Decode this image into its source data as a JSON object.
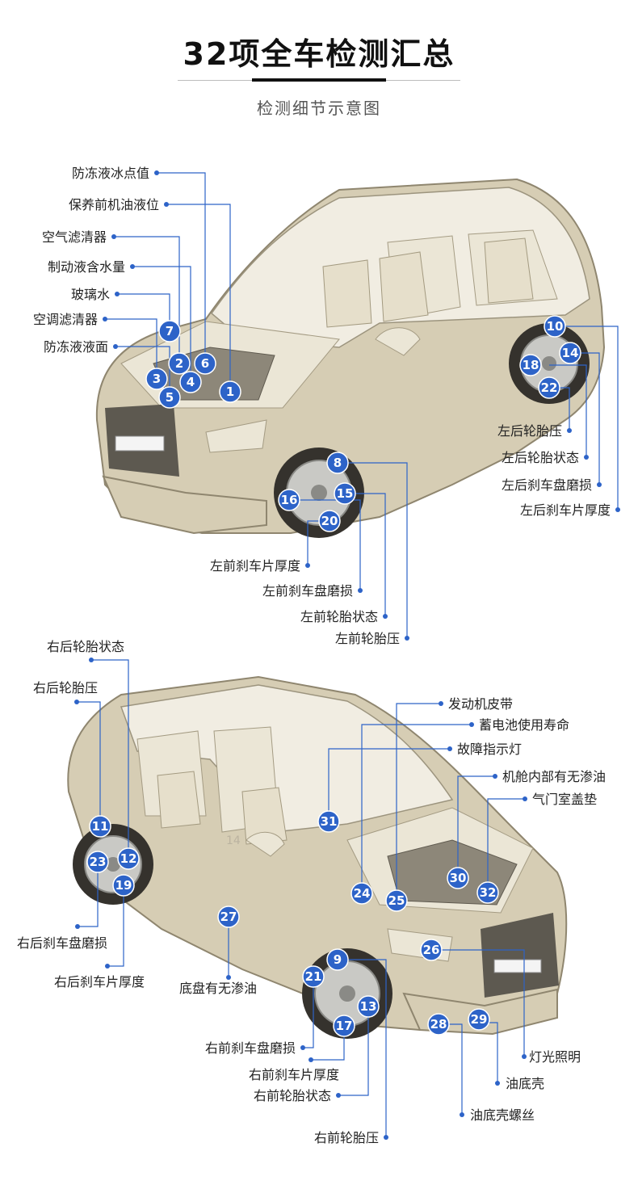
{
  "header": {
    "title": "32项全车检测汇总",
    "subtitle": "检测细节示意图"
  },
  "colors": {
    "accent": "#2d63c8",
    "car_body": "#d6cdb4",
    "text": "#222222"
  },
  "diagram_top": {
    "labels": [
      {
        "key": "antifreeze_freezing_point",
        "text": "防冻液冰点值"
      },
      {
        "key": "oil_level_before_service",
        "text": "保养前机油液位"
      },
      {
        "key": "air_filter",
        "text": "空气滤清器"
      },
      {
        "key": "brake_fluid_water",
        "text": "制动液含水量"
      },
      {
        "key": "washer_fluid",
        "text": "玻璃水"
      },
      {
        "key": "ac_filter",
        "text": "空调滤清器"
      },
      {
        "key": "antifreeze_level",
        "text": "防冻液液面"
      },
      {
        "key": "lr_tire_pressure",
        "text": "左后轮胎压"
      },
      {
        "key": "lr_tire_condition",
        "text": "左后轮胎状态"
      },
      {
        "key": "lr_rotor_wear",
        "text": "左后刹车盘磨损"
      },
      {
        "key": "lr_pad_thickness",
        "text": "左后刹车片厚度"
      },
      {
        "key": "lf_pad_thickness",
        "text": "左前刹车片厚度"
      },
      {
        "key": "lf_rotor_wear",
        "text": "左前刹车盘磨损"
      },
      {
        "key": "lf_tire_condition",
        "text": "左前轮胎状态"
      },
      {
        "key": "lf_tire_pressure",
        "text": "左前轮胎压"
      }
    ],
    "markers": [
      "1",
      "2",
      "3",
      "4",
      "5",
      "6",
      "7",
      "8",
      "10",
      "14",
      "15",
      "16",
      "18",
      "20",
      "22"
    ]
  },
  "diagram_bottom": {
    "labels": [
      {
        "key": "rr_tire_condition",
        "text": "右后轮胎状态"
      },
      {
        "key": "rr_tire_pressure",
        "text": "右后轮胎压"
      },
      {
        "key": "rr_rotor_wear",
        "text": "右后刹车盘磨损"
      },
      {
        "key": "rr_pad_thickness",
        "text": "右后刹车片厚度"
      },
      {
        "key": "chassis_leak",
        "text": "底盘有无渗油"
      },
      {
        "key": "rf_rotor_wear",
        "text": "右前刹车盘磨损"
      },
      {
        "key": "rf_pad_thickness",
        "text": "右前刹车片厚度"
      },
      {
        "key": "rf_tire_condition",
        "text": "右前轮胎状态"
      },
      {
        "key": "rf_tire_pressure",
        "text": "右前轮胎压"
      },
      {
        "key": "engine_belt",
        "text": "发动机皮带"
      },
      {
        "key": "battery_life",
        "text": "蓄电池使用寿命"
      },
      {
        "key": "warning_lights",
        "text": "故障指示灯"
      },
      {
        "key": "engine_bay_leak",
        "text": "机舱内部有无渗油"
      },
      {
        "key": "valve_cover_gasket",
        "text": "气门室盖垫"
      },
      {
        "key": "lights",
        "text": "灯光照明"
      },
      {
        "key": "oil_pan",
        "text": "油底壳"
      },
      {
        "key": "oil_pan_bolt",
        "text": "油底壳螺丝"
      }
    ],
    "markers": [
      "9",
      "11",
      "12",
      "13",
      "17",
      "19",
      "21",
      "23",
      "24",
      "25",
      "26",
      "27",
      "28",
      "29",
      "30",
      "31",
      "32"
    ]
  },
  "watermark": "14"
}
